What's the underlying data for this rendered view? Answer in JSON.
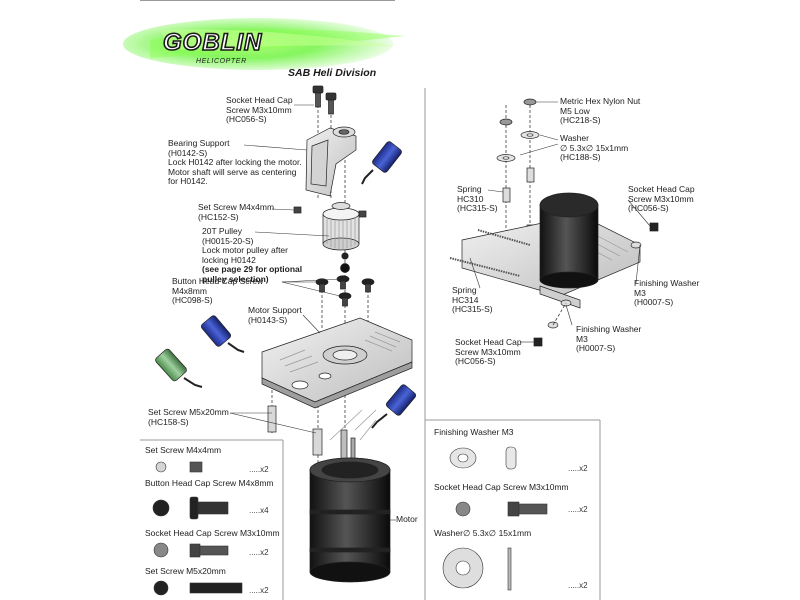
{
  "brand": {
    "logo_text": "GOBLIN",
    "logo_sub": "HELICOPTER",
    "division": "SAB Heli Division",
    "colors": {
      "logo_green": "#39e21a",
      "splash": "#7dff3a",
      "division_text": "#1a1a1a"
    }
  },
  "left_assembly": {
    "screw_top": [
      "Socket Head Cap",
      "Screw M3x10mm",
      "(HC056-S)"
    ],
    "bearing_support": [
      "Bearing Support",
      "(H0142-S)",
      "Lock H0142 after locking the motor.",
      "Motor shaft will serve as centering",
      "for H0142."
    ],
    "set_screw_m4": [
      "Set Screw M4x4mm",
      "(HC152-S)"
    ],
    "pulley": [
      "20T Pulley",
      "(H0015-20-S)",
      "Lock motor pulley after",
      "locking H0142"
    ],
    "pulley_note": [
      "(see page 29 for optional",
      " pulley selection)"
    ],
    "button_screw": [
      "Button Head Cap Screw",
      "M4x8mm",
      "(HC098-S)"
    ],
    "motor_support": [
      "Motor Support",
      "(H0143-S)"
    ],
    "set_screw_m5": [
      "Set Screw M5x20mm",
      "(HC158-S)"
    ],
    "motor": "Motor"
  },
  "right_assembly": {
    "nut": [
      "Metric Hex Nylon Nut",
      "M5 Low",
      "(HC218-S)"
    ],
    "washer": [
      "Washer",
      "∅ 5.3x∅ 15x1mm",
      "(HC188-S)"
    ],
    "spring_310": [
      "Spring",
      "HC310",
      "(HC315-S)"
    ],
    "screw_right": [
      "Socket Head Cap",
      "Screw M3x10mm",
      "(HC056-S)"
    ],
    "finish_washer_1": [
      "Finishing Washer",
      "M3",
      "(H0007-S)"
    ],
    "spring_314": [
      "Spring",
      "HC314",
      "(HC315-S)"
    ],
    "finish_washer_2": [
      "Finishing Washer",
      "M3",
      "(H0007-S)"
    ],
    "screw_bottom": [
      "Socket Head Cap",
      "Screw M3x10mm",
      "(HC056-S)"
    ]
  },
  "parts_left": [
    {
      "name": "Set Screw M4x4mm",
      "count": ".....x2"
    },
    {
      "name": "Button Head Cap Screw M4x8mm",
      "count": ".....x4"
    },
    {
      "name": "Socket Head Cap Screw M3x10mm",
      "count": ".....x2"
    },
    {
      "name": "Set Screw M5x20mm",
      "count": ".....x2"
    }
  ],
  "parts_right": [
    {
      "name": "Finishing Washer M3",
      "count": ".....x2"
    },
    {
      "name": "Socket Head Cap Screw M3x10mm",
      "count": ".....x2"
    },
    {
      "name": "Washer∅ 5.3x∅ 15x1mm",
      "count": ".....x2"
    }
  ]
}
